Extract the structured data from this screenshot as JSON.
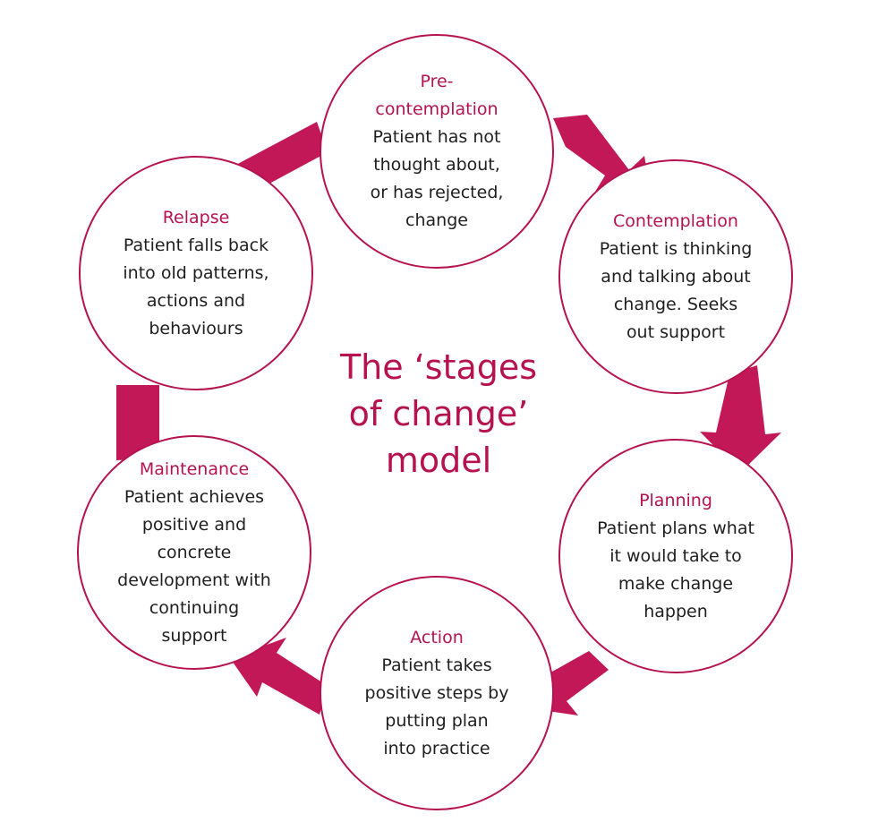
{
  "diagram": {
    "title": "The ‘stages\nof change’\nmodel",
    "accent_color": "#b5124f",
    "text_color": "#1e1e1e",
    "stages": [
      {
        "title": "Pre-\ncontemplation",
        "description": "Patient has not\nthought about,\nor has rejected,\nchange"
      },
      {
        "title": "Contemplation",
        "description": "Patient is thinking\nand talking about\nchange. Seeks\nout support"
      },
      {
        "title": "Planning",
        "description": "Patient plans what\nit would take to\nmake change\nhappen"
      },
      {
        "title": "Action",
        "description": "Patient takes\npositive steps by\nputting plan\ninto practice"
      },
      {
        "title": "Maintenance",
        "description": "Patient achieves\npositive and concrete\ndevelopment with\ncontinuing\nsupport"
      },
      {
        "title": "Relapse",
        "description": "Patient falls back\ninto old patterns,\nactions and\nbehaviours"
      }
    ],
    "arrow_icon": "curved-arrow-icon"
  }
}
